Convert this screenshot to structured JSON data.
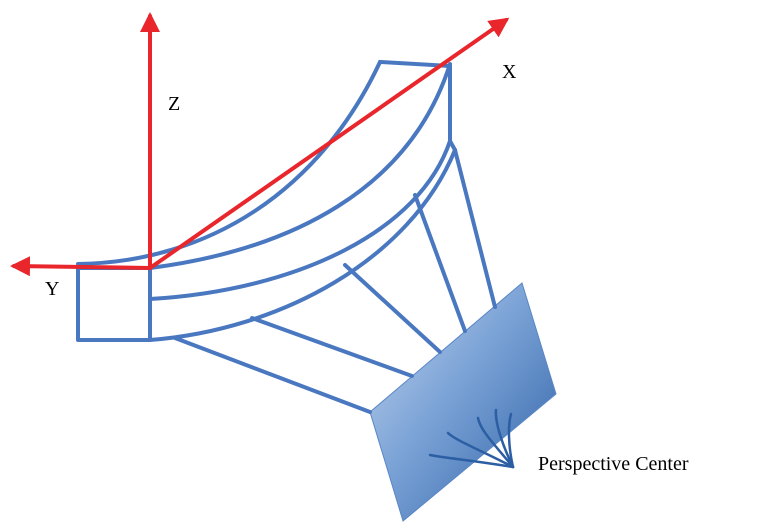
{
  "diagram": {
    "axes": {
      "x_label": "X",
      "y_label": "Y",
      "z_label": "Z"
    },
    "perspective_center_label": "Perspective Center",
    "colors": {
      "axis": "#e8262c",
      "outline": "#4a78c0",
      "plate_light": "#c4d6ee",
      "plate_mid": "#6f99d0",
      "plate_dark": "#2b5ea3"
    }
  }
}
